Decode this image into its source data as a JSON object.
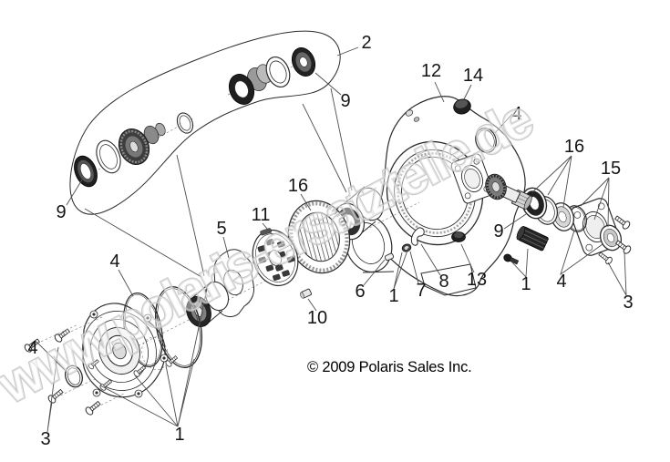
{
  "colors": {
    "background": "#ffffff",
    "art_line": "#2b2b2b",
    "leader_line": "#4d4d4d",
    "dark_part": "#1f1f1f",
    "watermark_outline": "#bfbfbf",
    "watermark_fill": "#ffffff"
  },
  "diagram": {
    "watermark": "www.polaris-ersatzteile.de",
    "copyright": "© 2009 Polaris Sales Inc.",
    "callouts": [
      {
        "text": "2"
      },
      {
        "text": "9"
      },
      {
        "text": "9"
      },
      {
        "text": "12"
      },
      {
        "text": "14"
      },
      {
        "text": "4"
      },
      {
        "text": "16"
      },
      {
        "text": "15"
      },
      {
        "text": "16"
      },
      {
        "text": "11"
      },
      {
        "text": "5"
      },
      {
        "text": "9"
      },
      {
        "text": "4"
      },
      {
        "text": "8"
      },
      {
        "text": "13"
      },
      {
        "text": "1"
      },
      {
        "text": "4"
      },
      {
        "text": "7"
      },
      {
        "text": "6"
      },
      {
        "text": "1"
      },
      {
        "text": "10"
      },
      {
        "text": "3"
      },
      {
        "text": "4"
      },
      {
        "text": "1"
      },
      {
        "text": "3"
      }
    ]
  }
}
